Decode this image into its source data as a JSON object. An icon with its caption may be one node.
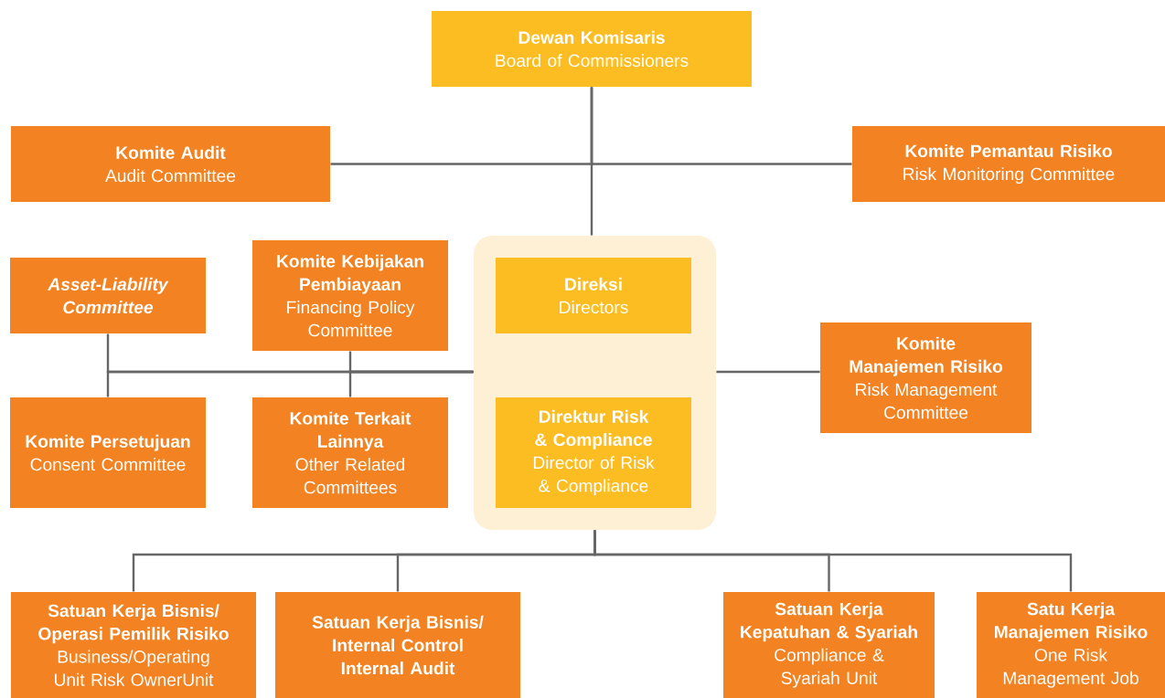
{
  "diagram": {
    "nodes": [
      {
        "text": [
          "Dewan Komisaris",
          "Board of Commissioners"
        ]
      },
      {
        "text": [
          "Komite Audit",
          "Audit Committee"
        ]
      },
      {
        "text": [
          "Komite Pemantau Risiko",
          "Risk Monitoring Committee"
        ]
      },
      {
        "text": [],
        "shape": "box"
      },
      {
        "text": [
          "Asset-Liability Committee"
        ]
      },
      {
        "text": [
          "Komite Kebijakan Pembiayaan",
          "Financing Policy Committee"
        ]
      },
      {
        "text": [
          "Direksi",
          "Directors"
        ],
        "in": 3
      },
      {
        "text": [
          "Komite Manajemen Risiko",
          "Risk Management Committee"
        ]
      },
      {
        "text": [
          "Komite Persetujuan",
          "Consent Committee"
        ]
      },
      {
        "text": [
          "Komite Terkait Lainnya",
          "Other Related Committees"
        ]
      },
      {
        "text": [
          "Direktur Risk & Compliance",
          "Director of Risk & Compliance"
        ],
        "in": 3
      },
      {
        "text": [
          "Satuan Kerja Bisnis/ Operasi Pemilik Risiko",
          "Business/Operating Unit Risk OwnerUnit"
        ]
      },
      {
        "text": [
          "Satuan Kerja Bisnis/ Internal Control Internal Audit"
        ]
      },
      {
        "text": [
          "Satuan Kerja Kepatuhan & Syariah",
          "Compliance & Syariah Unit"
        ]
      },
      {
        "text": [
          "Satu Kerja Manajemen Risiko",
          "One Risk Management Job"
        ]
      }
    ],
    "edges": [
      {
        "from": 0,
        "to": 1,
        "arrow": "none"
      },
      {
        "from": 0,
        "to": 2,
        "arrow": "none"
      },
      {
        "from": 0,
        "to": 3,
        "arrow": "none"
      },
      {
        "from": 3,
        "to": 4,
        "arrow": "none"
      },
      {
        "from": 3,
        "to": 5,
        "arrow": "none"
      },
      {
        "from": 3,
        "to": 8,
        "arrow": "none"
      },
      {
        "from": 3,
        "to": 9,
        "arrow": "none"
      },
      {
        "from": 3,
        "to": 7,
        "arrow": "none"
      },
      {
        "from": 3,
        "to": 11,
        "arrow": "none"
      },
      {
        "from": 3,
        "to": 12,
        "arrow": "none"
      },
      {
        "from": 3,
        "to": 13,
        "arrow": "none"
      },
      {
        "from": 3,
        "to": 14,
        "arrow": "none"
      }
    ]
  }
}
